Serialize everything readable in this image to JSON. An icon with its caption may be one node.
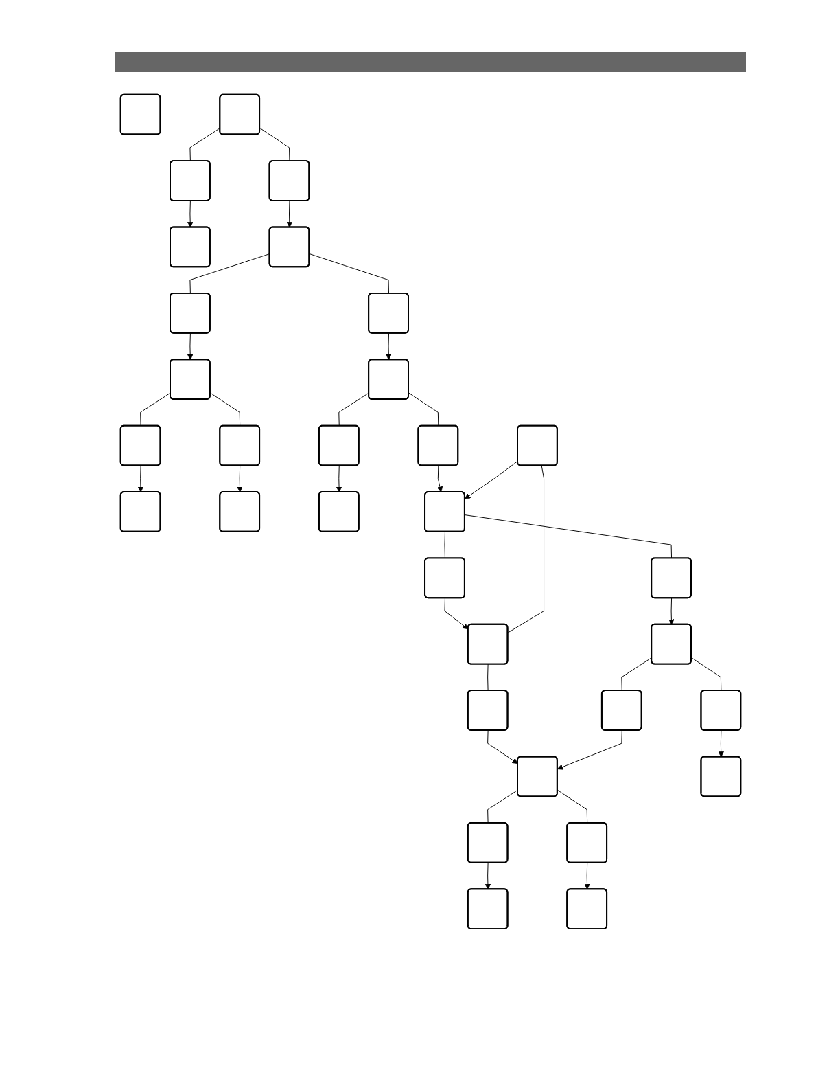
{
  "diagram": {
    "nodes": [
      {
        "text": [],
        "shape": "box"
      },
      {
        "text": [],
        "shape": "box"
      },
      {
        "text": [],
        "shape": "box"
      },
      {
        "text": [],
        "shape": "box"
      },
      {
        "text": [],
        "shape": "box"
      },
      {
        "text": [],
        "shape": "box"
      },
      {
        "text": [],
        "shape": "box"
      },
      {
        "text": [],
        "shape": "box"
      },
      {
        "text": [],
        "shape": "box"
      },
      {
        "text": [],
        "shape": "box"
      },
      {
        "text": [],
        "shape": "box"
      },
      {
        "text": [],
        "shape": "box"
      },
      {
        "text": [],
        "shape": "box"
      },
      {
        "text": [],
        "shape": "box"
      },
      {
        "text": [],
        "shape": "box"
      },
      {
        "text": [],
        "shape": "box"
      },
      {
        "text": [],
        "shape": "box"
      },
      {
        "text": [],
        "shape": "box"
      },
      {
        "text": [],
        "shape": "box"
      },
      {
        "text": [],
        "shape": "box"
      },
      {
        "text": [],
        "shape": "box"
      },
      {
        "text": [],
        "shape": "box"
      },
      {
        "text": [],
        "shape": "box"
      },
      {
        "text": [],
        "shape": "box"
      },
      {
        "text": [],
        "shape": "box"
      },
      {
        "text": [],
        "shape": "box"
      },
      {
        "text": [],
        "shape": "box"
      },
      {
        "text": [],
        "shape": "box"
      },
      {
        "text": [],
        "shape": "box"
      },
      {
        "text": [],
        "shape": "box"
      },
      {
        "text": [],
        "shape": "box"
      },
      {
        "text": [],
        "shape": "box"
      }
    ],
    "edges": [
      {
        "from": 1,
        "to": 2,
        "arrow": "none"
      },
      {
        "from": 2,
        "to": 3,
        "arrow": "to"
      },
      {
        "from": 1,
        "to": 4,
        "arrow": "none"
      },
      {
        "from": 4,
        "to": 5,
        "arrow": "to"
      },
      {
        "from": 5,
        "to": 6,
        "arrow": "none"
      },
      {
        "from": 6,
        "to": 7,
        "arrow": "to"
      },
      {
        "from": 7,
        "to": 8,
        "arrow": "none"
      },
      {
        "from": 8,
        "to": 11,
        "arrow": "to"
      },
      {
        "from": 7,
        "to": 9,
        "arrow": "none"
      },
      {
        "from": 9,
        "to": 12,
        "arrow": "to"
      },
      {
        "from": 5,
        "to": 10,
        "arrow": "none"
      },
      {
        "from": 10,
        "to": 13,
        "arrow": "to"
      },
      {
        "from": 13,
        "to": 14,
        "arrow": "none"
      },
      {
        "from": 14,
        "to": 15,
        "arrow": "to"
      },
      {
        "from": 13,
        "to": 16,
        "arrow": "none"
      },
      {
        "from": 16,
        "to": 18,
        "arrow": "to"
      },
      {
        "from": 20,
        "to": 17,
        "arrow": "none"
      },
      {
        "from": 17,
        "to": 18,
        "arrow": "to"
      },
      {
        "from": 18,
        "to": 19,
        "arrow": "none"
      },
      {
        "from": 19,
        "to": 20,
        "arrow": "to"
      },
      {
        "from": 18,
        "to": 21,
        "arrow": "none"
      },
      {
        "from": 21,
        "to": 23,
        "arrow": "to"
      },
      {
        "from": 20,
        "to": 22,
        "arrow": "none"
      },
      {
        "from": 22,
        "to": 25,
        "arrow": "to"
      },
      {
        "from": 23,
        "to": 24,
        "arrow": "none"
      },
      {
        "from": 24,
        "to": 25,
        "arrow": "to"
      },
      {
        "from": 25,
        "to": 27,
        "arrow": "none"
      },
      {
        "from": 27,
        "to": 30,
        "arrow": "to"
      },
      {
        "from": 25,
        "to": 28,
        "arrow": "none"
      },
      {
        "from": 28,
        "to": 31,
        "arrow": "to"
      },
      {
        "from": 23,
        "to": 26,
        "arrow": "none"
      },
      {
        "from": 26,
        "to": 29,
        "arrow": "to"
      }
    ]
  }
}
